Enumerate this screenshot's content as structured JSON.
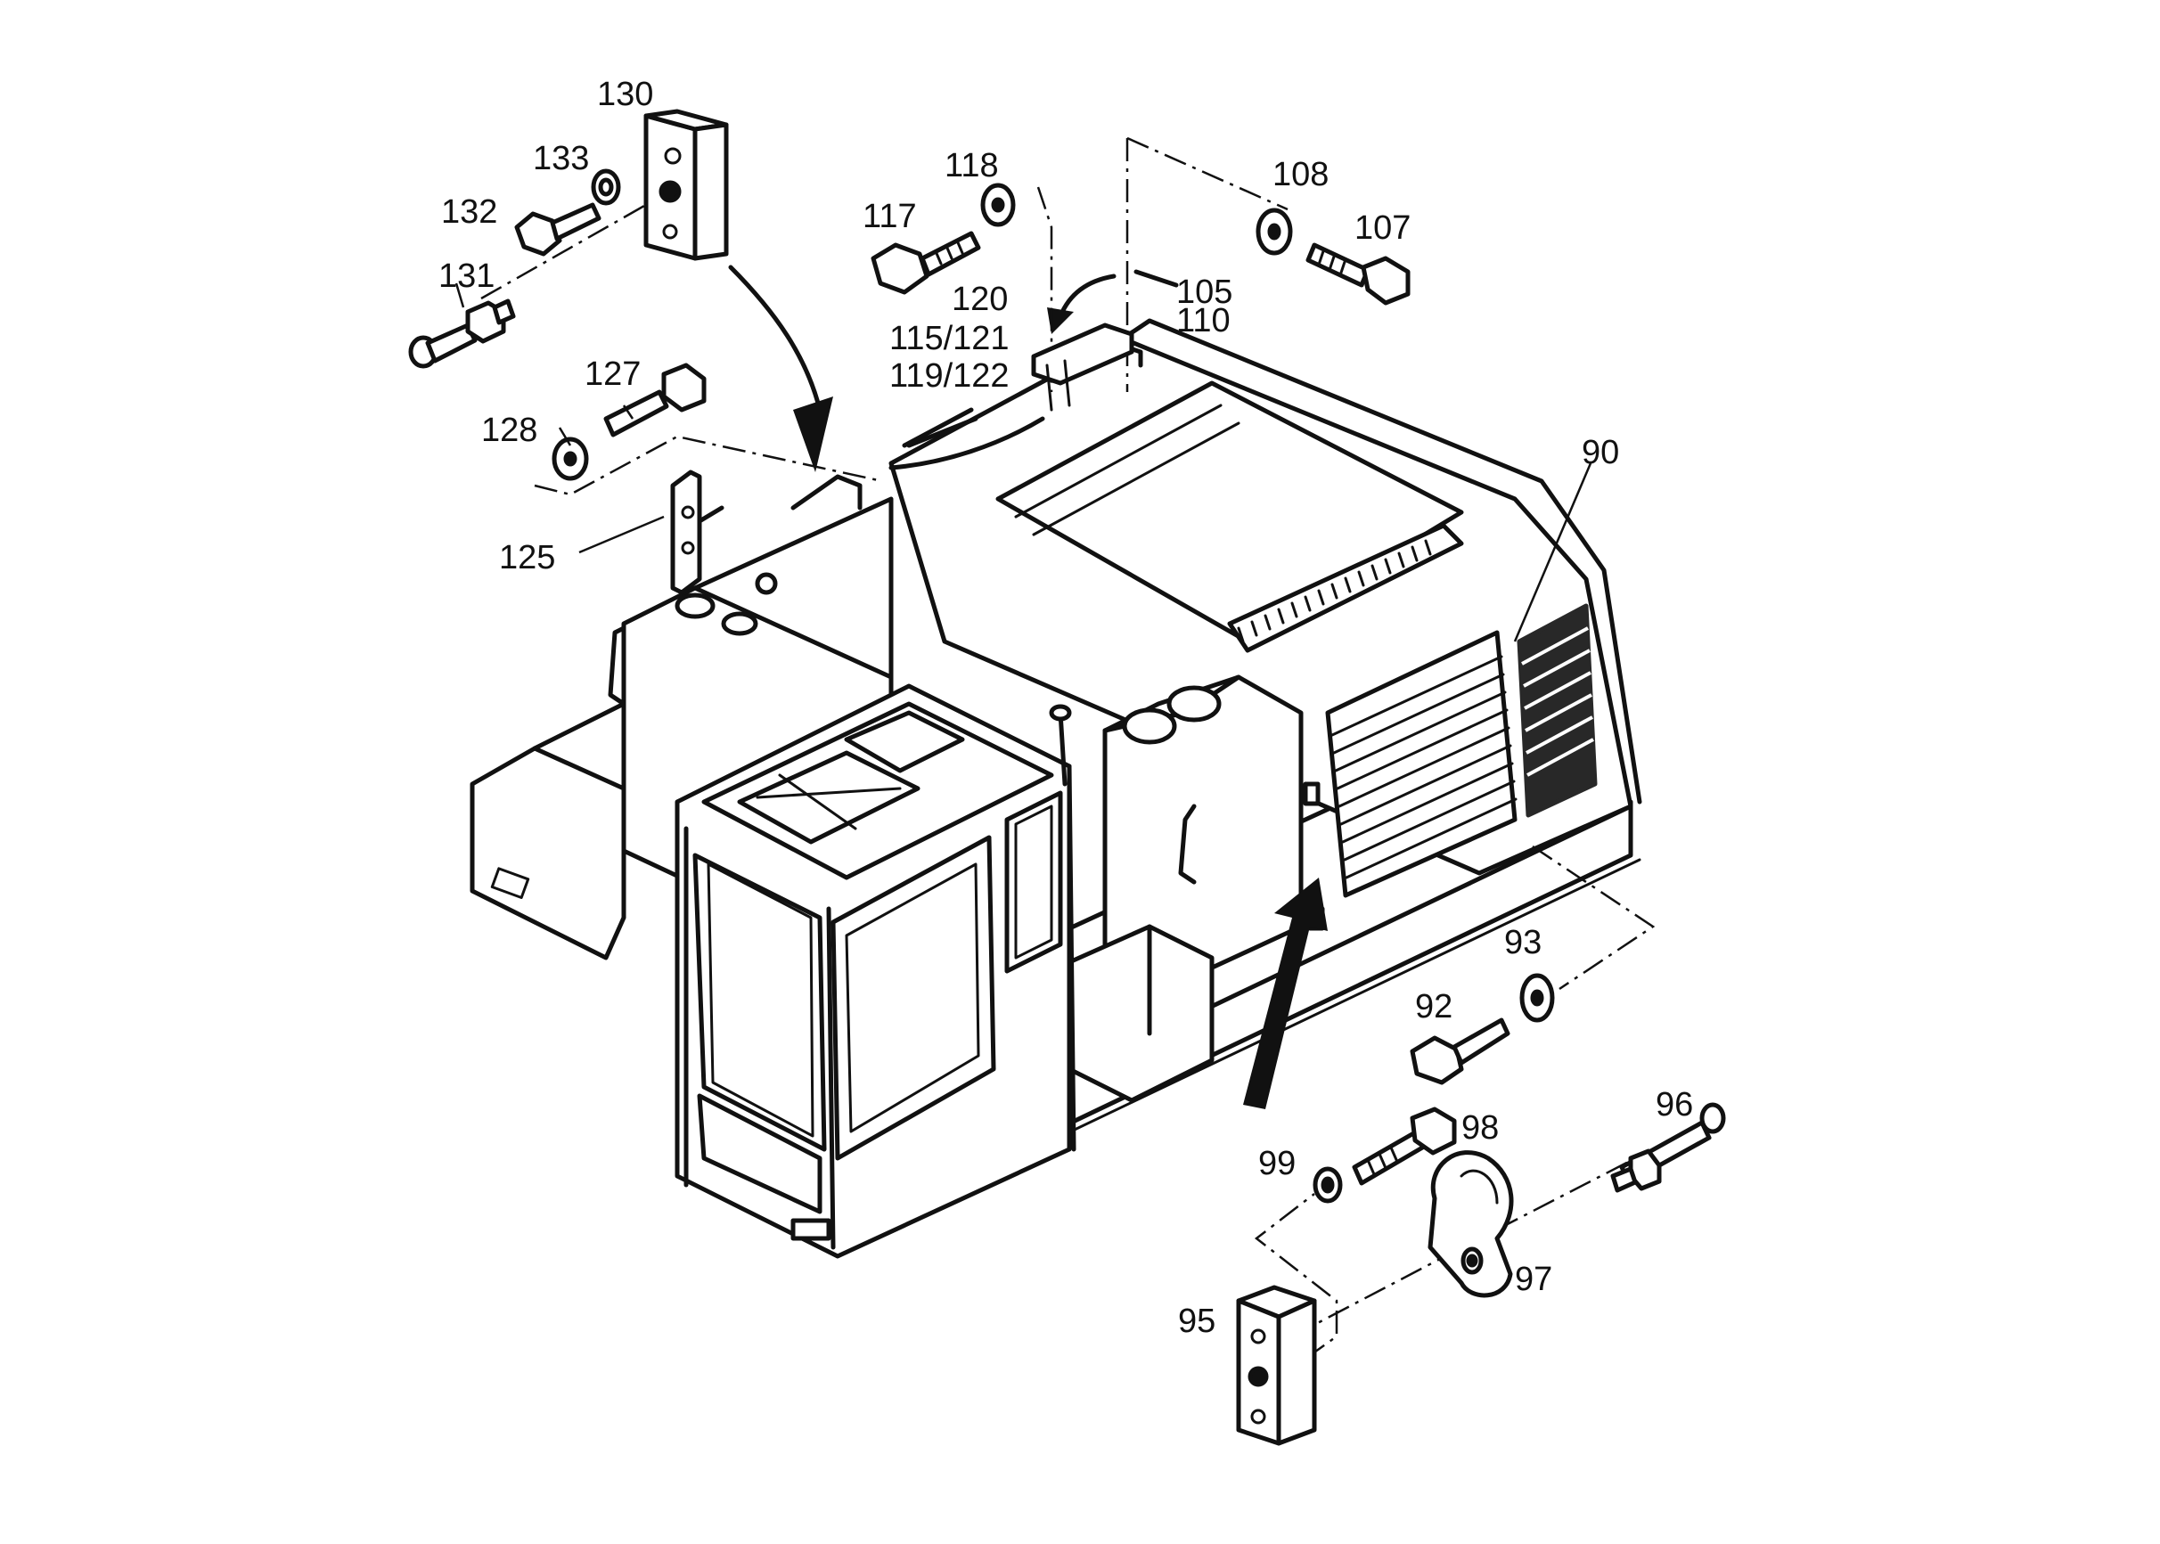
{
  "diagram": {
    "labels": {
      "p90": "90",
      "p92": "92",
      "p93": "93",
      "p95": "95",
      "p96": "96",
      "p97": "97",
      "p98": "98",
      "p99": "99",
      "p105": "105",
      "p107": "107",
      "p108": "108",
      "p110": "110",
      "p115_121": "115/121",
      "p117": "117",
      "p118": "118",
      "p119_122": "119/122",
      "p120": "120",
      "p125": "125",
      "p127": "127",
      "p128": "128",
      "p130": "130",
      "p131": "131",
      "p132": "132",
      "p133": "133"
    }
  }
}
